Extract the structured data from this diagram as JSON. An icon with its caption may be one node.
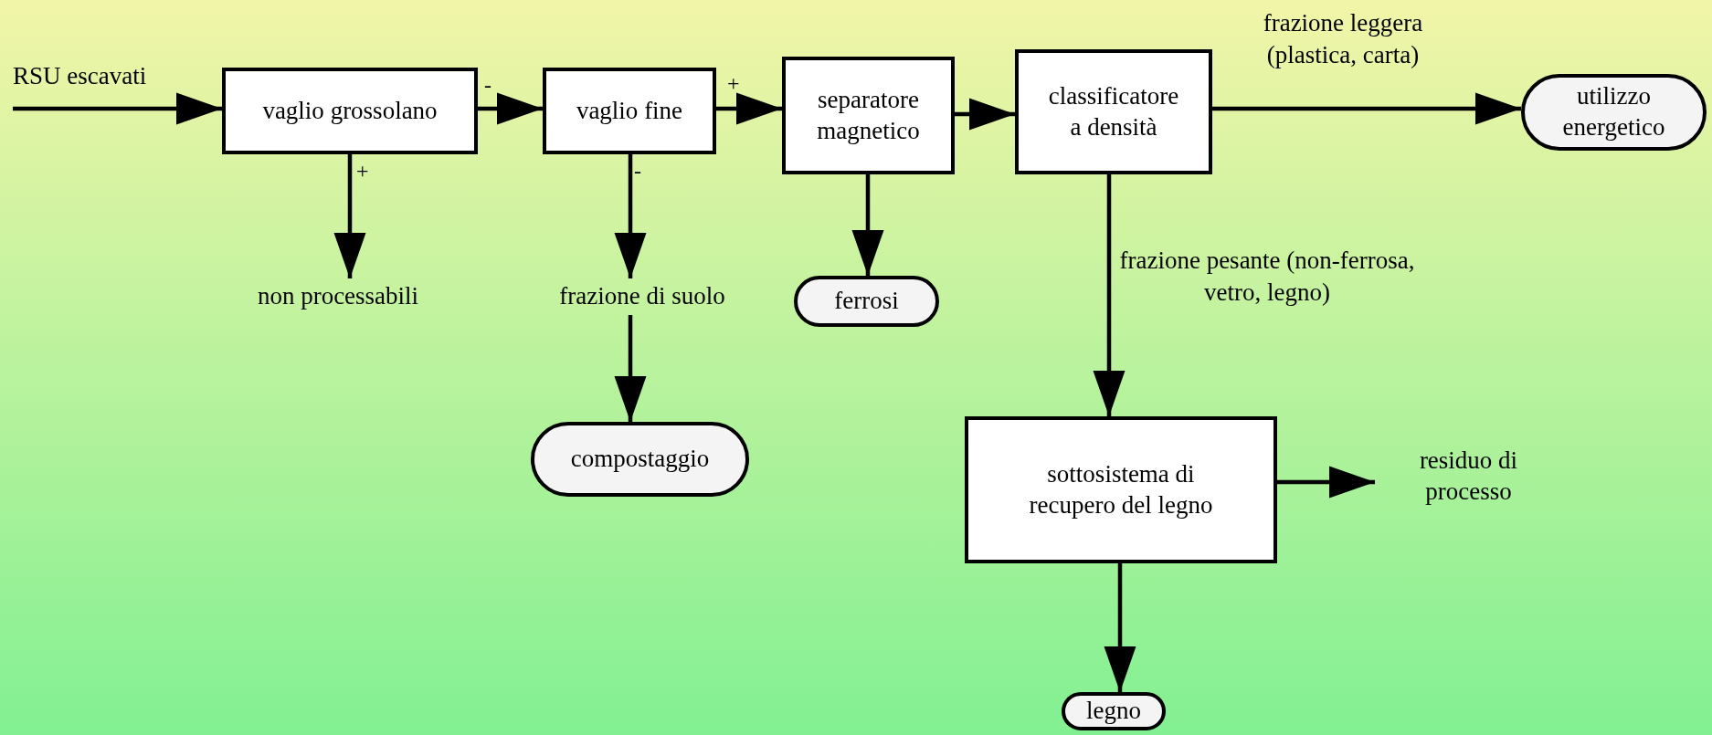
{
  "diagram": {
    "nodes": [
      {
        "text": [
          "vaglio grossolano"
        ]
      },
      {
        "text": [
          "vaglio fine"
        ]
      },
      {
        "text": [
          "separatore magnetico"
        ]
      },
      {
        "text": [
          "classificatore a densità"
        ]
      },
      {
        "text": [
          "utilizzo energetico"
        ]
      },
      {
        "text": [
          "non processabili"
        ]
      },
      {
        "text": [
          "frazione di suolo"
        ]
      },
      {
        "text": [
          "ferrosi"
        ]
      },
      {
        "text": [
          "compostaggio"
        ]
      },
      {
        "text": [
          "sottosistema di recupero del legno"
        ]
      },
      {
        "text": [
          "residuo di processo"
        ]
      },
      {
        "text": [
          "legno"
        ]
      }
    ],
    "edges": [
      {
        "from": null,
        "to": 0,
        "arrow": "to",
        "label": "RSU escavati"
      },
      {
        "from": 0,
        "to": 1,
        "arrow": "to",
        "label": "-"
      },
      {
        "from": 1,
        "to": 2,
        "arrow": "to",
        "label": "+"
      },
      {
        "from": 2,
        "to": 3,
        "arrow": "to"
      },
      {
        "from": 3,
        "to": 4,
        "arrow": "to",
        "label": "frazione leggera (plastica, carta)"
      },
      {
        "from": 0,
        "to": 5,
        "arrow": "to",
        "label": "+"
      },
      {
        "from": 1,
        "to": 6,
        "arrow": "to",
        "label": "-"
      },
      {
        "from": 2,
        "to": 7,
        "arrow": "to"
      },
      {
        "from": 6,
        "to": 8,
        "arrow": "to"
      },
      {
        "from": 3,
        "to": 9,
        "arrow": "to",
        "label": "frazione pesante (non-ferrosa, vetro, legno)"
      },
      {
        "from": 9,
        "to": 10,
        "arrow": "to"
      },
      {
        "from": 9,
        "to": 11,
        "arrow": "to"
      }
    ]
  }
}
